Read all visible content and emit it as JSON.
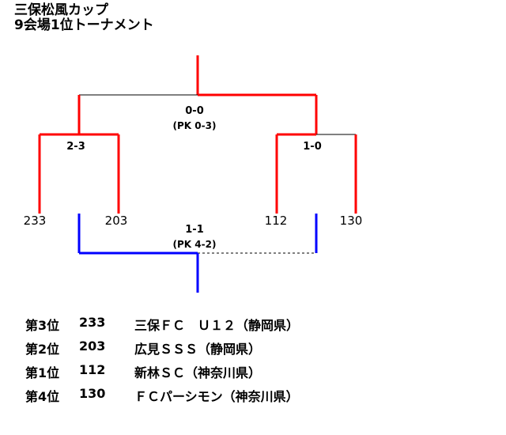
{
  "title": {
    "line1": "三保松風カップ",
    "line2": "9会場1位トーナメント"
  },
  "bracket": {
    "final": {
      "score": "0-0",
      "pk": "(PK 0-3)"
    },
    "semi_left": {
      "score": "2-3"
    },
    "semi_right": {
      "score": "1-0"
    },
    "third_place": {
      "score": "1-1",
      "pk": "(PK 4-2)"
    },
    "teams": [
      "233",
      "203",
      "112",
      "130"
    ]
  },
  "colors": {
    "winner_line": "#ff0000",
    "third_place_line": "#0000ff",
    "normal_line": "#000000"
  },
  "standings": [
    {
      "rank": "第3位",
      "code": "233",
      "team": "三保ＦＣ　Ｕ１２（静岡県）"
    },
    {
      "rank": "第2位",
      "code": "203",
      "team": "広見ＳＳＳ（静岡県）"
    },
    {
      "rank": "第1位",
      "code": "112",
      "team": "新林ＳＣ（神奈川県）"
    },
    {
      "rank": "第4位",
      "code": "130",
      "team": "ＦＣパーシモン（神奈川県）"
    }
  ]
}
